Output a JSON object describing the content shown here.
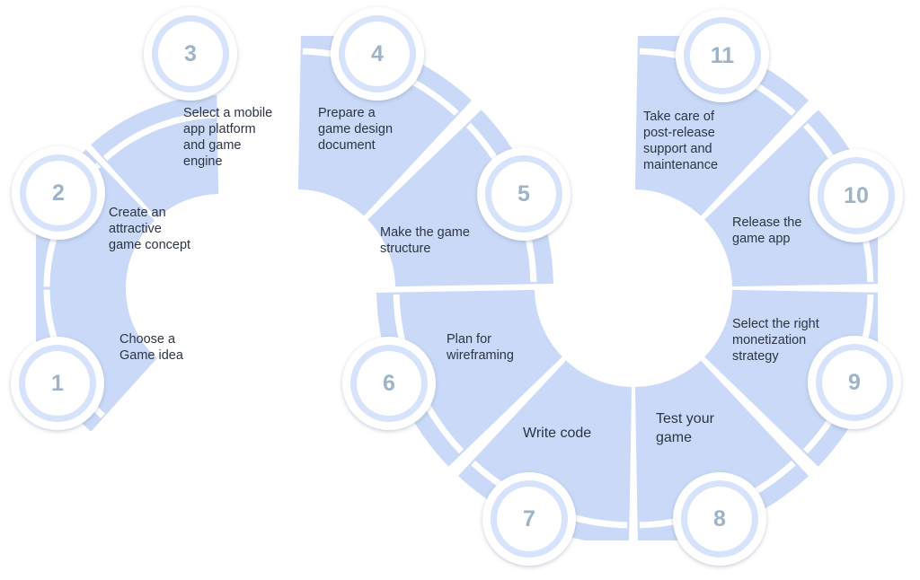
{
  "steps": [
    {
      "number": "1",
      "lines": [
        "Choose a",
        "Game idea"
      ]
    },
    {
      "number": "2",
      "lines": [
        "Create an",
        "attractive",
        "game concept"
      ]
    },
    {
      "number": "3",
      "lines": [
        "Select a mobile",
        "app platform",
        "and game",
        "engine"
      ]
    },
    {
      "number": "4",
      "lines": [
        "Prepare a",
        "game design",
        "document"
      ]
    },
    {
      "number": "5",
      "lines": [
        "Make the game",
        "structure"
      ]
    },
    {
      "number": "6",
      "lines": [
        "Plan for",
        "wireframing"
      ]
    },
    {
      "number": "7",
      "lines": [
        "Write code"
      ]
    },
    {
      "number": "8",
      "lines": [
        "Test your",
        "game"
      ]
    },
    {
      "number": "9",
      "lines": [
        "Select the right",
        "monetization",
        "strategy"
      ]
    },
    {
      "number": "10",
      "lines": [
        "Release the",
        "game app"
      ]
    },
    {
      "number": "11",
      "lines": [
        "Take care of",
        "post-release",
        "support and",
        "maintenance"
      ]
    }
  ],
  "colors": {
    "segment_fill": "#c9d9f7",
    "badge_ring": "#d6e3fa",
    "badge_number": "#9db3c8",
    "text": "#2c3442"
  }
}
